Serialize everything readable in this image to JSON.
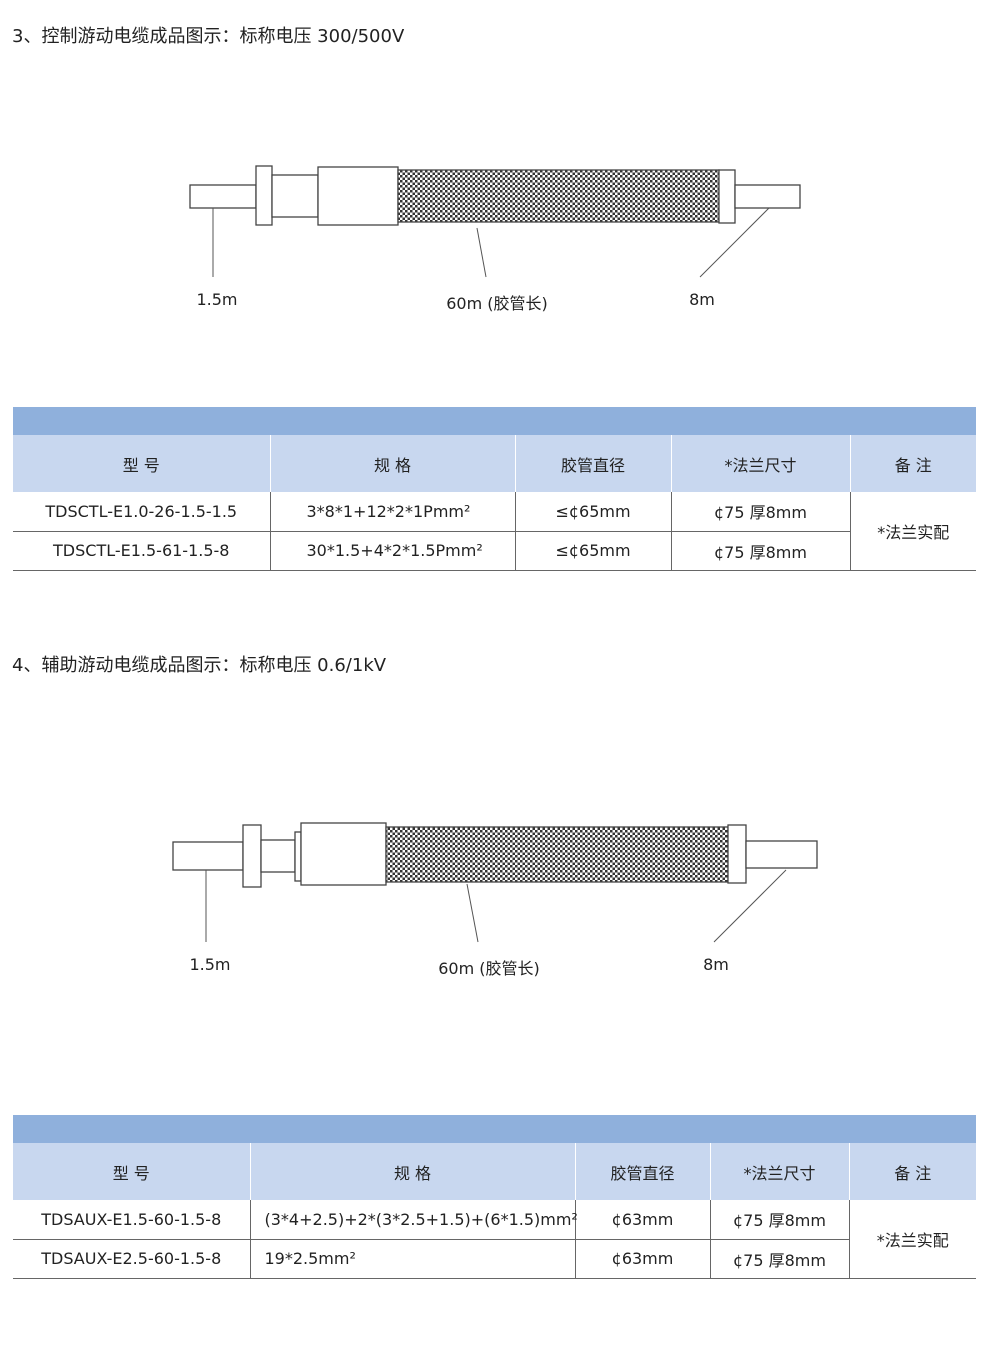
{
  "section1": {
    "title": "3、控制游动电缆成品图示：标称电压 300/500V",
    "labels": {
      "left": "1.5m",
      "middle": "60m (胶管长)",
      "right": "8m"
    },
    "table": {
      "headers": [
        "型 号",
        "规 格",
        "胶管直径",
        "*法兰尺寸",
        "备 注"
      ],
      "rows": [
        {
          "model": "TDSCTL-E1.0-26-1.5-1.5",
          "spec": "3*8*1+12*2*1Pmm²",
          "diameter": "≤¢65mm",
          "flange": "¢75 厚8mm"
        },
        {
          "model": "TDSCTL-E1.5-61-1.5-8",
          "spec": "30*1.5+4*2*1.5Pmm²",
          "diameter": "≤¢65mm",
          "flange": "¢75 厚8mm"
        }
      ],
      "note": "*法兰实配"
    }
  },
  "section2": {
    "title": "4、辅助游动电缆成品图示：标称电压 0.6/1kV",
    "labels": {
      "left": "1.5m",
      "middle": "60m (胶管长)",
      "right": "8m"
    },
    "table": {
      "headers": [
        "型 号",
        "规 格",
        "胶管直径",
        "*法兰尺寸",
        "备 注"
      ],
      "rows": [
        {
          "model": "TDSAUX-E1.5-60-1.5-8",
          "spec": "(3*4+2.5)+2*(3*2.5+1.5)+(6*1.5)mm²",
          "diameter": "¢63mm",
          "flange": "¢75 厚8mm"
        },
        {
          "model": "TDSAUX-E2.5-60-1.5-8",
          "spec": "19*2.5mm²",
          "diameter": "¢63mm",
          "flange": "¢75 厚8mm"
        }
      ],
      "note": "*法兰实配"
    }
  },
  "colors": {
    "header_band": "#8fb0dc",
    "header_cell": "#c8d7ef",
    "line": "#555555"
  }
}
